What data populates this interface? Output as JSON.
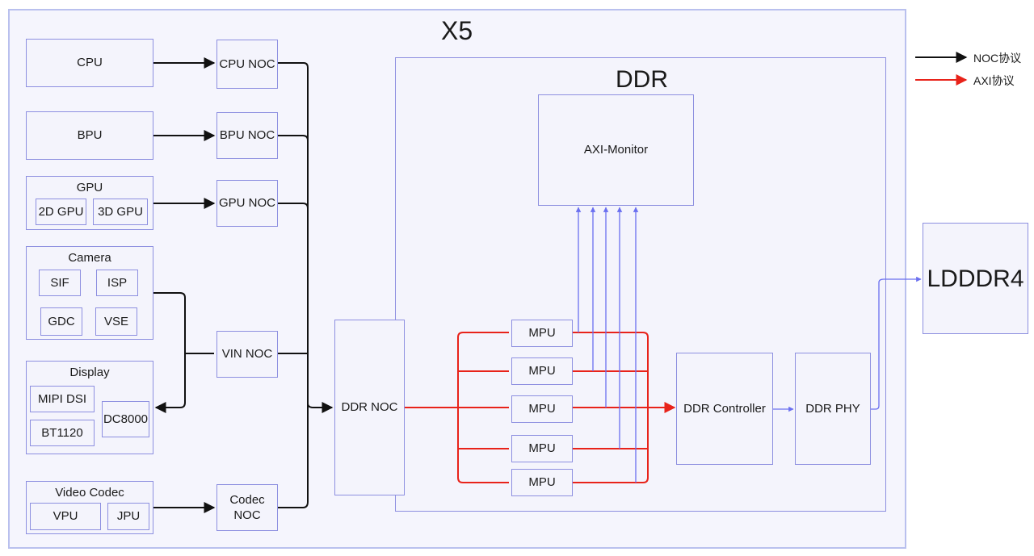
{
  "chip": {
    "title": "X5"
  },
  "ddr": {
    "title": "DDR"
  },
  "legend": {
    "noc": "NOC协议",
    "axi": "AXI协议"
  },
  "sources": {
    "cpu": "CPU",
    "bpu": "BPU",
    "gpu": {
      "title": "GPU",
      "items": [
        "2D GPU",
        "3D GPU"
      ]
    },
    "camera": {
      "title": "Camera",
      "items": [
        "SIF",
        "ISP",
        "GDC",
        "VSE"
      ]
    },
    "display": {
      "title": "Display",
      "items": [
        "MIPI DSI",
        "BT1120",
        "DC8000"
      ]
    },
    "codec": {
      "title": "Video Codec",
      "items": [
        "VPU",
        "JPU"
      ]
    }
  },
  "nocs": {
    "cpu": "CPU NOC",
    "bpu": "BPU NOC",
    "gpu": "GPU NOC",
    "vin": "VIN NOC",
    "codec_line1": "Codec",
    "codec_line2": "NOC",
    "ddr": "DDR NOC"
  },
  "ddr_blocks": {
    "monitor": "AXI-Monitor",
    "mpus": [
      "MPU",
      "MPU",
      "MPU",
      "MPU",
      "MPU"
    ],
    "controller": "DDR Controller",
    "phy": "DDR PHY"
  },
  "external": {
    "memory": "LDDDR4"
  },
  "colors": {
    "noc_line": "#111111",
    "axi_line": "#e8231a",
    "internal_line": "#6a6ff0",
    "box_border": "#8d8fe0",
    "box_fill": "#f4f4fc"
  }
}
